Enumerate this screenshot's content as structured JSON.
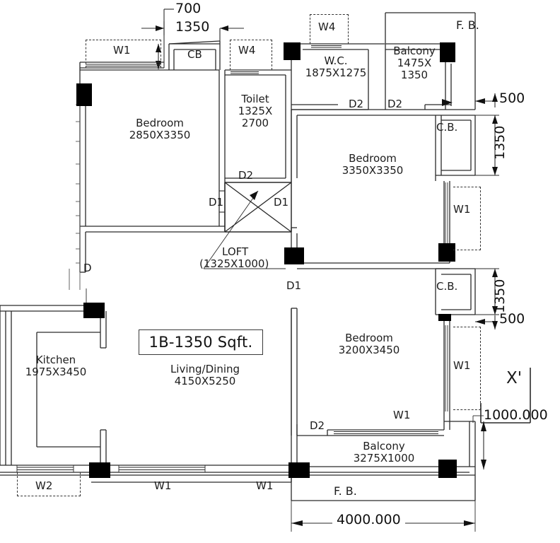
{
  "drawing": {
    "title_box": "1B-1350 Sqft.",
    "section_marker": "X'"
  },
  "rooms": [
    {
      "id": "bedroom-1",
      "name": "Bedroom",
      "size": "2850X3350"
    },
    {
      "id": "toilet",
      "name": "Toilet",
      "size": "1325X",
      "size2": "2700"
    },
    {
      "id": "wc",
      "name": "W.C.",
      "size": "1875X1275"
    },
    {
      "id": "balcony-1",
      "name": "Balcony",
      "size": "1475X",
      "size2": "1350"
    },
    {
      "id": "bedroom-2",
      "name": "Bedroom",
      "size": "3350X3350"
    },
    {
      "id": "bedroom-3",
      "name": "Bedroom",
      "size": "3200X3450"
    },
    {
      "id": "kitchen",
      "name": "Kitchen",
      "size": "1975X3450"
    },
    {
      "id": "living",
      "name": "Living/Dining",
      "size": "4150X5250"
    },
    {
      "id": "balcony-2",
      "name": "Balcony",
      "size": "3275X1000"
    },
    {
      "id": "loft",
      "name": "LOFT",
      "size": "(1325X1000)"
    }
  ],
  "openings": {
    "w1_top": "W1",
    "w4_top": "W4",
    "w4_wc": "W4",
    "cb_top": "CB",
    "cb_right_1": "C.B.",
    "cb_right_2": "C.B.",
    "w1_right_1": "W1",
    "w1_right_2": "W1",
    "w1_bottom_1": "W1",
    "w1_bottom_2": "W1",
    "w1_balcony": "W1",
    "w2_bottom": "W2",
    "d_left": "D",
    "d1_loft_left": "D1",
    "d1_loft_right": "D1",
    "d1_bottom": "D1",
    "d2_toilet": "D2",
    "d2_wc": "D2",
    "d2_balcony": "D2",
    "d2_bed3": "D2",
    "fb_top": "F. B.",
    "fb_bottom": "F. B."
  },
  "dimensions": {
    "top_700": "700",
    "top_1350": "1350",
    "right_500_a": "500",
    "right_1350_a": "1350",
    "right_1350_b": "1350",
    "right_500_b": "500",
    "right_1000": "1000.000",
    "bottom_4000": "4000.000"
  }
}
